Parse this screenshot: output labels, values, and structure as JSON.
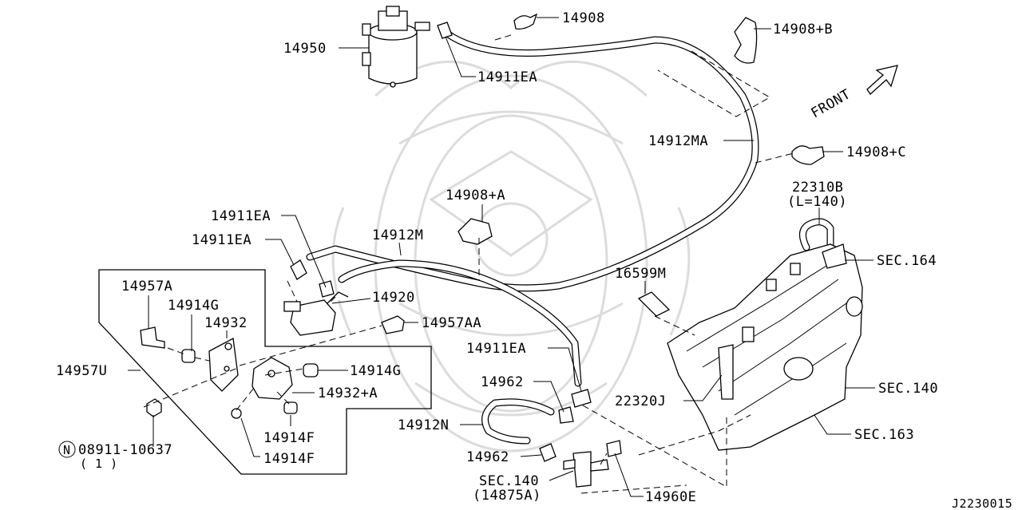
{
  "labels": {
    "p14950": "14950",
    "p14908": "14908",
    "p14908b": "14908+B",
    "p14911ea_top": "14911EA",
    "front": "FRONT",
    "p14912ma": "14912MA",
    "p14908c": "14908+C",
    "p22310b": "22310B",
    "l140": "(L=140)",
    "p14908a": "14908+A",
    "p14911ea_a": "14911EA",
    "p14912m": "14912M",
    "p14911ea_b": "14911EA",
    "sec164": "SEC.164",
    "p16599m": "16599M",
    "p14957a": "14957A",
    "p14920": "14920",
    "p14914g_a": "14914G",
    "p14932": "14932",
    "p14957aa": "14957AA",
    "p14911ea_c": "14911EA",
    "p14957u": "14957U",
    "p14914g_b": "14914G",
    "p14962_a": "14962",
    "p14932a": "14932+A",
    "sec140_r": "SEC.140",
    "p22320j": "22320J",
    "p14914f_a": "14914F",
    "p14912n": "14912N",
    "sec163": "SEC.163",
    "n_symbol": "N",
    "p08911": "08911-10637",
    "qty1": "( 1 )",
    "p14914f_b": "14914F",
    "p14962_b": "14962",
    "sec140_b": "SEC.140",
    "p14875a": "(14875A)",
    "p14960e": "14960E",
    "diagram_id": "J2230015"
  },
  "icons": {
    "front_arrow": "front-arrow-icon",
    "watermark": "watermark-emblem-icon"
  }
}
